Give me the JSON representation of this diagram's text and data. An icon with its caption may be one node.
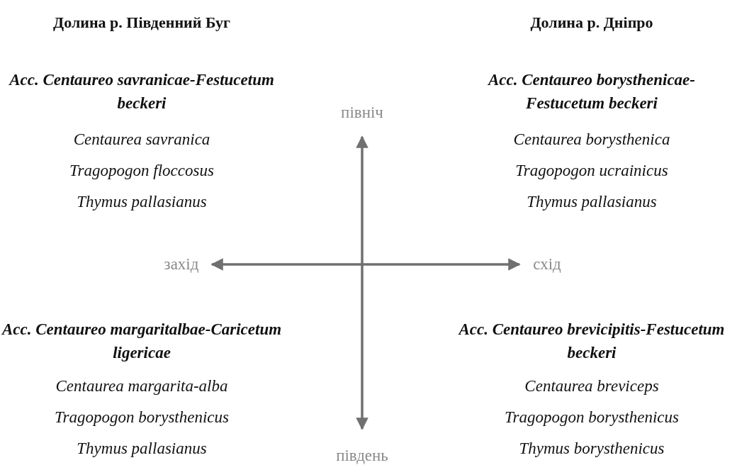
{
  "diagram": {
    "labels": [
      "Долина р. Південний Буг",
      "Долина р. Дніпро",
      "Acc. Centaureo savranicae-Festucetum beckeri",
      "Centaurea savranica",
      "Tragopogon floccosus",
      "Thymus pallasianus",
      "Acc. Centaureo borysthenicae-Festucetum beckeri",
      "Centaurea borysthenica",
      "Tragopogon ucrainicus",
      "Thymus pallasianus",
      "північ",
      "захід",
      "схід",
      "Acc. Centaureo margaritalbae-Caricetum ligericae",
      "Centaurea margarita-alba",
      "Tragopogon borysthenicus",
      "Thymus pallasianus",
      "Acc. Centaureo brevicipitis-Festucetum beckeri",
      "Centaurea breviceps",
      "Tragopogon borysthenicus",
      "Thymus borysthenicus",
      "південь"
    ]
  }
}
